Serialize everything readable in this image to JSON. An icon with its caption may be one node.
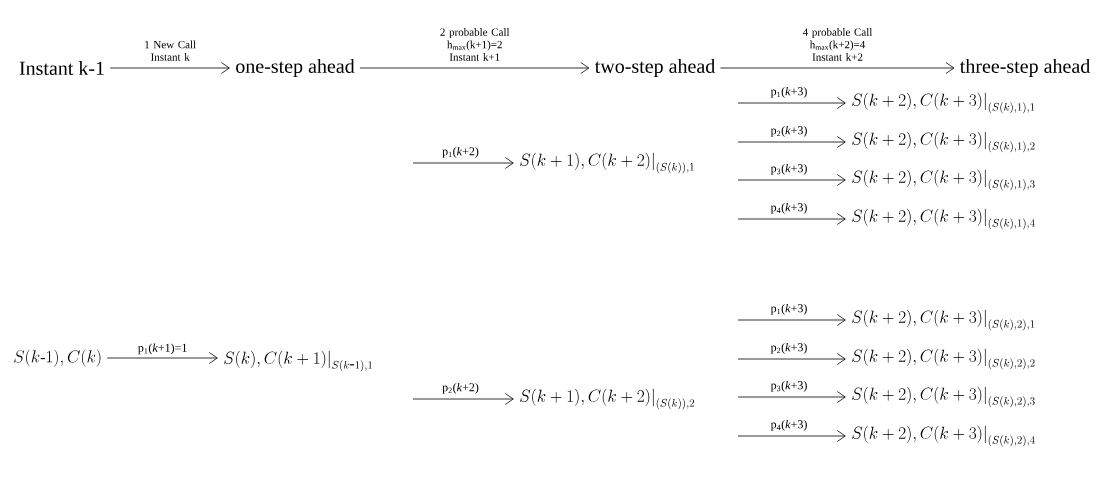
{
  "diagram": {
    "nodes": [
      {
        "text": [
          "Instant k-1"
        ]
      },
      {
        "text": [
          "one-step ahead"
        ]
      },
      {
        "text": [
          "two-step ahead"
        ]
      },
      {
        "text": [
          "three-step ahead"
        ]
      },
      {
        "text": [
          "S(k\\mbox{-}1),C(k)"
        ]
      },
      {
        "text": [
          "S(k),C(k+1)\\Big|_{S(k\\mbox{-}1),1}"
        ]
      },
      {
        "text": [
          "S(k+1),C(k+2)\\Big|_{(S(k)),1}"
        ]
      },
      {
        "text": [
          "S(k+1),C(k+2)\\Big|_{(S(k)),2}"
        ]
      },
      {
        "text": [
          "S(k+2),C(k+3)\\Big|_{(S(k),1),1}"
        ]
      },
      {
        "text": [
          "S(k+2),C(k+3)\\Big|_{(S(k),1),2}"
        ]
      },
      {
        "text": [
          "S(k+2),C(k+3)\\Big|_{(S(k),1),3}"
        ]
      },
      {
        "text": [
          "S(k+2),C(k+3)\\Big|_{(S(k),1),4}"
        ]
      },
      {
        "text": [
          "S(k+2),C(k+3)\\Big|_{(S(k),2),1}"
        ]
      },
      {
        "text": [
          "S(k+2),C(k+3)\\Big|_{(S(k),2),2}"
        ]
      },
      {
        "text": [
          "S(k+2),C(k+3)\\Big|_{(S(k),2),3}"
        ]
      },
      {
        "text": [
          "S(k+2),C(k+3)\\Big|_{(S(k),2),4}"
        ]
      }
    ],
    "edges": [
      {
        "from": 0,
        "to": 1,
        "arrow": "to",
        "label": "1 New Call Instant k"
      },
      {
        "from": 1,
        "to": 2,
        "arrow": "to",
        "label": "2 probable Call h$_{max}$(k+1)=2 Instant k+1"
      },
      {
        "from": 2,
        "to": 3,
        "arrow": "to",
        "label": "4 probable Call h$_{max}$(k+2)=4 Instant k+2"
      },
      {
        "from": 4,
        "to": 5,
        "arrow": "to",
        "label": "p$_{1}$(*k*+1)=1"
      },
      {
        "from": null,
        "to": 6,
        "arrow": "to",
        "label": "p$_{1}$(*k*+2)"
      },
      {
        "from": null,
        "to": 7,
        "arrow": "to",
        "label": "p$_{2}$(*k*+2)"
      },
      {
        "from": null,
        "to": 8,
        "arrow": "to",
        "label": "p$_{1}$(*k*+3)"
      },
      {
        "from": null,
        "to": 9,
        "arrow": "to",
        "label": "p$_{2}$(*k*+3)"
      },
      {
        "from": null,
        "to": 10,
        "arrow": "to",
        "label": "p$_{3}$(*k*+3)"
      },
      {
        "from": null,
        "to": 11,
        "arrow": "to",
        "label": "p$_{4}$(*k*+3)"
      },
      {
        "from": null,
        "to": 12,
        "arrow": "to",
        "label": "p$_{1}$(*k*+3)"
      },
      {
        "from": null,
        "to": 13,
        "arrow": "to",
        "label": "p$_{2}$(*k*+3)"
      },
      {
        "from": null,
        "to": 14,
        "arrow": "to",
        "label": "p$_{3}$(*k*+3)"
      },
      {
        "from": null,
        "to": 15,
        "arrow": "to",
        "label": "p$_{4}$(*k*+3)"
      }
    ]
  }
}
